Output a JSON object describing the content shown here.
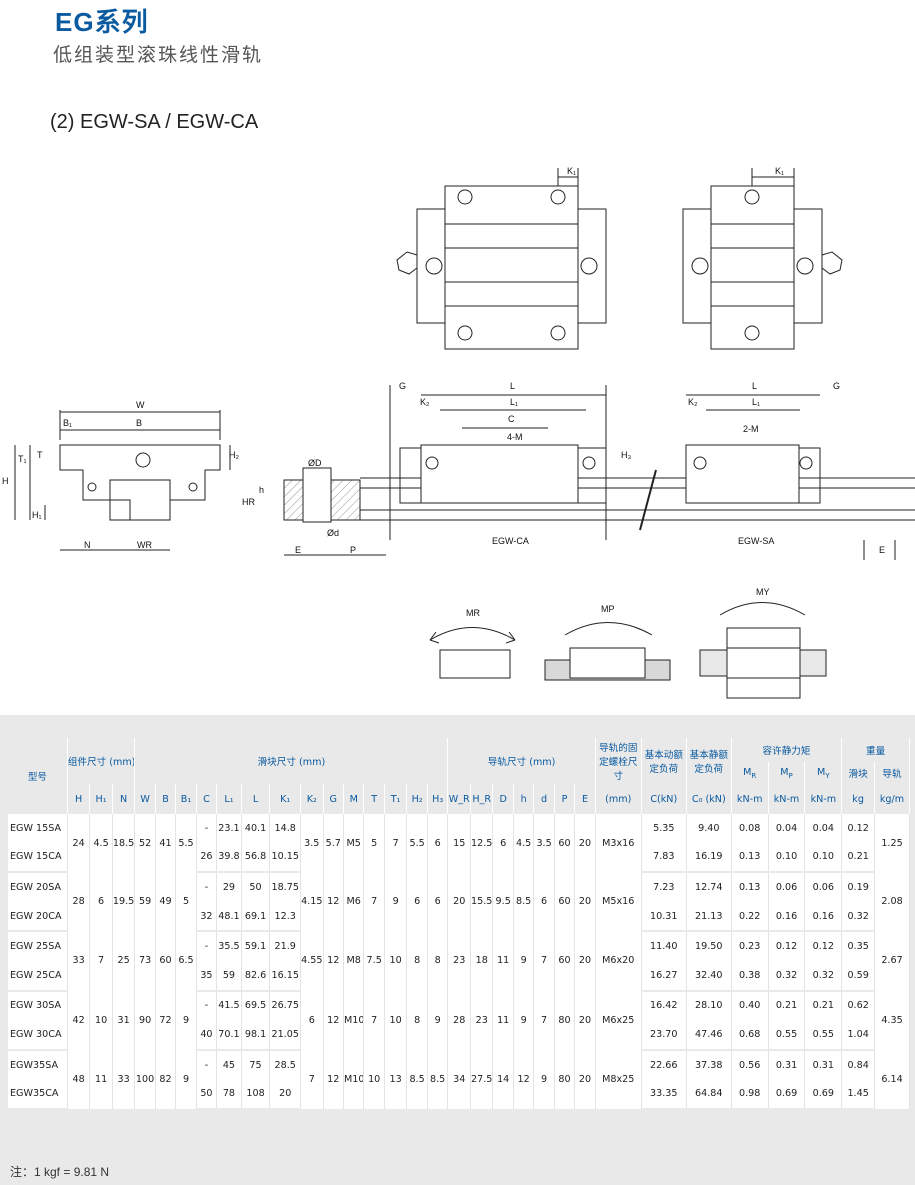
{
  "header": {
    "title": "EG系列",
    "subtitle": "低组装型滚珠线性滑轨",
    "section": "(2) EGW-SA / EGW-CA"
  },
  "drawing_labels": {
    "K1": "K₁",
    "W": "W",
    "B1": "B₁",
    "B": "B",
    "T1": "T₁",
    "T": "T",
    "H": "H",
    "H2": "H₂",
    "H1": "H₁",
    "N": "N",
    "WR": "WR",
    "HR": "HR",
    "h": "h",
    "phiD": "ØD",
    "phid": "Ød",
    "E": "E",
    "P": "P",
    "G": "G",
    "L": "L",
    "L1": "L₁",
    "C": "C",
    "K2": "K₂",
    "4M": "4-M",
    "2M": "2-M",
    "H3": "H₃",
    "caption_ca": "EGW-CA",
    "caption_sa": "EGW-SA",
    "MR": "MR",
    "MP": "MP",
    "MY": "MY"
  },
  "table": {
    "groups": {
      "model": "型号",
      "assembly": "组件尺寸 (mm)",
      "block": "滑块尺寸 (mm)",
      "rail": "导轨尺寸 (mm)",
      "bolt": "导轨的固定螺栓尺寸",
      "dyn": "基本动额定负荷",
      "stat": "基本静额定负荷",
      "moment": "容许静力矩",
      "weight": "重量"
    },
    "subhead": {
      "MR": "M",
      "MRs": "R",
      "MP": "M",
      "MPs": "P",
      "MY": "M",
      "MYs": "Y",
      "blockW": "滑块",
      "railW": "导轨"
    },
    "cols": [
      "H",
      "H₁",
      "N",
      "W",
      "B",
      "B₁",
      "C",
      "L₁",
      "L",
      "K₁",
      "K₂",
      "G",
      "M",
      "T",
      "T₁",
      "H₂",
      "H₃",
      "W_R",
      "H_R",
      "D",
      "h",
      "d",
      "P",
      "E",
      "(mm)",
      "C(kN)",
      "C₀ (kN)",
      "kN-m",
      "kN-m",
      "kN-m",
      "kg",
      "kg/m"
    ],
    "rows": [
      {
        "model": "EGW 15SA",
        "C": "-",
        "L1": "23.1",
        "L": "40.1",
        "K1": "14.8",
        "dyn": "5.35",
        "stat": "9.40",
        "MR": "0.08",
        "MP": "0.04",
        "MY": "0.04",
        "kg": "0.12"
      },
      {
        "model": "EGW 15CA",
        "C": "26",
        "L1": "39.8",
        "L": "56.8",
        "K1": "10.15",
        "dyn": "7.83",
        "stat": "16.19",
        "MR": "0.13",
        "MP": "0.10",
        "MY": "0.10",
        "kg": "0.21"
      },
      {
        "model": "EGW 20SA",
        "C": "-",
        "L1": "29",
        "L": "50",
        "K1": "18.75",
        "dyn": "7.23",
        "stat": "12.74",
        "MR": "0.13",
        "MP": "0.06",
        "MY": "0.06",
        "kg": "0.19"
      },
      {
        "model": "EGW 20CA",
        "C": "32",
        "L1": "48.1",
        "L": "69.1",
        "K1": "12.3",
        "dyn": "10.31",
        "stat": "21.13",
        "MR": "0.22",
        "MP": "0.16",
        "MY": "0.16",
        "kg": "0.32"
      },
      {
        "model": "EGW 25SA",
        "C": "-",
        "L1": "35.5",
        "L": "59.1",
        "K1": "21.9",
        "dyn": "11.40",
        "stat": "19.50",
        "MR": "0.23",
        "MP": "0.12",
        "MY": "0.12",
        "kg": "0.35"
      },
      {
        "model": "EGW 25CA",
        "C": "35",
        "L1": "59",
        "L": "82.6",
        "K1": "16.15",
        "dyn": "16.27",
        "stat": "32.40",
        "MR": "0.38",
        "MP": "0.32",
        "MY": "0.32",
        "kg": "0.59"
      },
      {
        "model": "EGW 30SA",
        "C": "-",
        "L1": "41.5",
        "L": "69.5",
        "K1": "26.75",
        "dyn": "16.42",
        "stat": "28.10",
        "MR": "0.40",
        "MP": "0.21",
        "MY": "0.21",
        "kg": "0.62"
      },
      {
        "model": "EGW 30CA",
        "C": "40",
        "L1": "70.1",
        "L": "98.1",
        "K1": "21.05",
        "dyn": "23.70",
        "stat": "47.46",
        "MR": "0.68",
        "MP": "0.55",
        "MY": "0.55",
        "kg": "1.04"
      },
      {
        "model": "EGW35SA",
        "C": "-",
        "L1": "45",
        "L": "75",
        "K1": "28.5",
        "dyn": "22.66",
        "stat": "37.38",
        "MR": "0.56",
        "MP": "0.31",
        "MY": "0.31",
        "kg": "0.84"
      },
      {
        "model": "EGW35CA",
        "C": "50",
        "L1": "78",
        "L": "108",
        "K1": "20",
        "dyn": "33.35",
        "stat": "64.84",
        "MR": "0.98",
        "MP": "0.69",
        "MY": "0.69",
        "kg": "1.45"
      }
    ],
    "groups_shared": [
      {
        "H": "24",
        "H1": "4.5",
        "N": "18.5",
        "W": "52",
        "B": "41",
        "B1": "5.5",
        "K2": "3.5",
        "G": "5.7",
        "M": "M5",
        "T": "5",
        "T1": "7",
        "H2": "5.5",
        "H3": "6",
        "WR": "15",
        "HR": "12.5",
        "D": "6",
        "h": "4.5",
        "d": "3.5",
        "P": "60",
        "E": "20",
        "bolt": "M3x16",
        "rail_kgm": "1.25"
      },
      {
        "H": "28",
        "H1": "6",
        "N": "19.5",
        "W": "59",
        "B": "49",
        "B1": "5",
        "K2": "4.15",
        "G": "12",
        "M": "M6",
        "T": "7",
        "T1": "9",
        "H2": "6",
        "H3": "6",
        "WR": "20",
        "HR": "15.5",
        "D": "9.5",
        "h": "8.5",
        "d": "6",
        "P": "60",
        "E": "20",
        "bolt": "M5x16",
        "rail_kgm": "2.08"
      },
      {
        "H": "33",
        "H1": "7",
        "N": "25",
        "W": "73",
        "B": "60",
        "B1": "6.5",
        "K2": "4.55",
        "G": "12",
        "M": "M8",
        "T": "7.5",
        "T1": "10",
        "H2": "8",
        "H3": "8",
        "WR": "23",
        "HR": "18",
        "D": "11",
        "h": "9",
        "d": "7",
        "P": "60",
        "E": "20",
        "bolt": "M6x20",
        "rail_kgm": "2.67"
      },
      {
        "H": "42",
        "H1": "10",
        "N": "31",
        "W": "90",
        "B": "72",
        "B1": "9",
        "K2": "6",
        "G": "12",
        "M": "M10",
        "T": "7",
        "T1": "10",
        "H2": "8",
        "H3": "9",
        "WR": "28",
        "HR": "23",
        "D": "11",
        "h": "9",
        "d": "7",
        "P": "80",
        "E": "20",
        "bolt": "M6x25",
        "rail_kgm": "4.35"
      },
      {
        "H": "48",
        "H1": "11",
        "N": "33",
        "W": "100",
        "B": "82",
        "B1": "9",
        "K2": "7",
        "G": "12",
        "M": "M10",
        "T": "10",
        "T1": "13",
        "H2": "8.5",
        "H3": "8.5",
        "WR": "34",
        "HR": "27.5",
        "D": "14",
        "h": "12",
        "d": "9",
        "P": "80",
        "E": "20",
        "bolt": "M8x25",
        "rail_kgm": "6.14"
      }
    ]
  },
  "footnote": "注：1 kgf = 9.81 N"
}
